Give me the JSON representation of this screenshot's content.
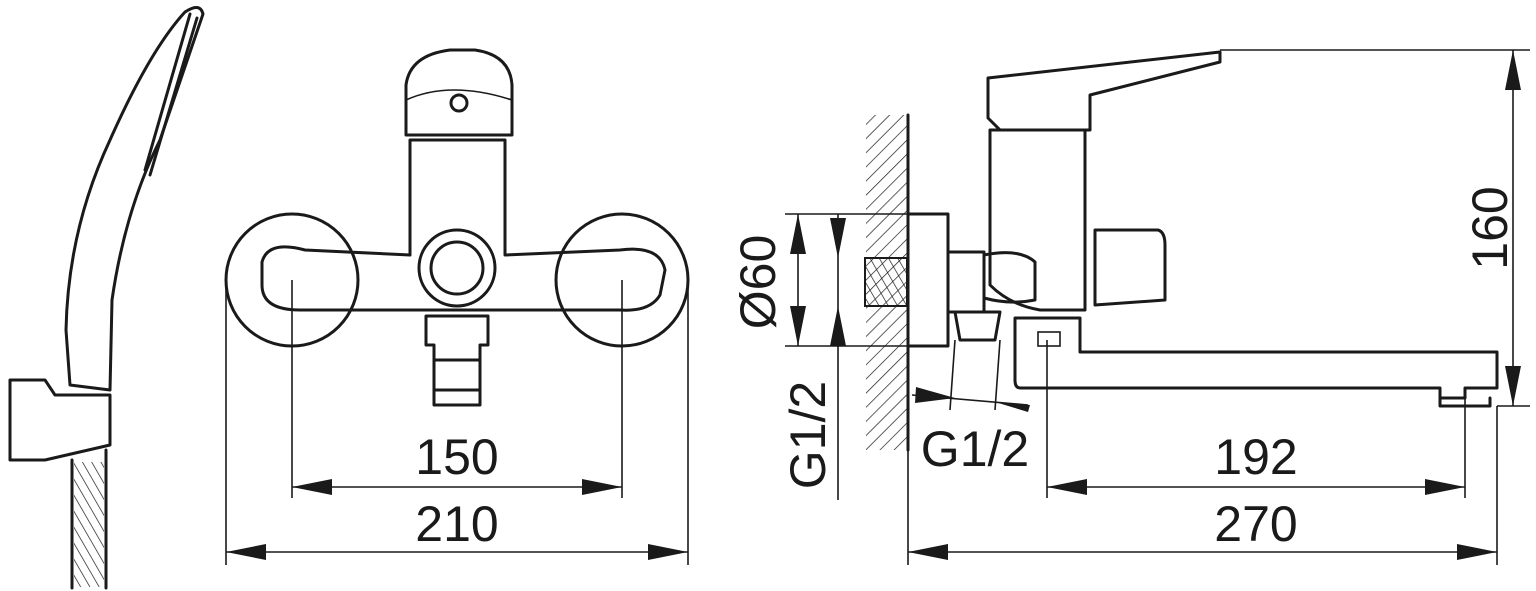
{
  "dimensions": {
    "center_spacing": "150",
    "front_width": "210",
    "diameter": "Ø60",
    "inlet_thread_left": "G1/2",
    "inlet_thread_bottom": "G1/2",
    "spout_reach": "192",
    "total_length": "270",
    "height": "160"
  },
  "colors": {
    "line": "#1a1a1a",
    "background": "#ffffff"
  },
  "views": [
    "hand-shower-side-view",
    "mixer-front-view",
    "mixer-side-view"
  ]
}
